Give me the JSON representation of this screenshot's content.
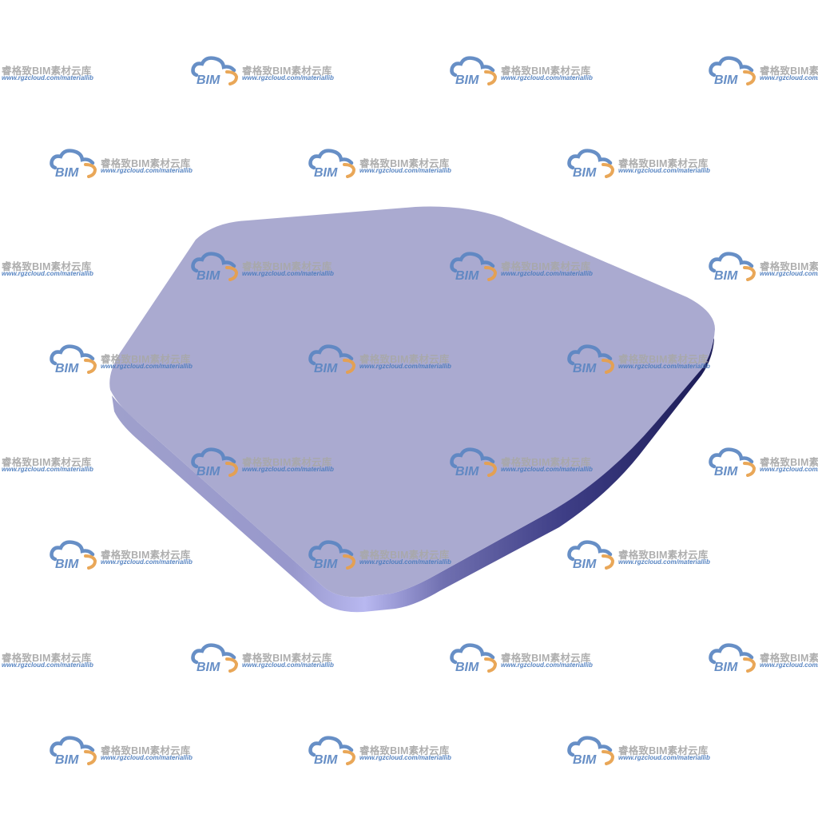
{
  "colors": {
    "background": "#ffffff",
    "slab_top": "#aaaad0",
    "slab_edge_light": "#b4b4e6",
    "slab_edge_dark": "#1e1e5a",
    "watermark_cloud": "#5b86c2",
    "watermark_accent": "#e8a04a",
    "watermark_title": "#a8a8a8",
    "watermark_url": "#4a7bbd"
  },
  "watermark": {
    "logo_text": "BIM",
    "title": "睿格致BIM素材云库",
    "url": "www.rgzcloud.com/materiallib"
  }
}
